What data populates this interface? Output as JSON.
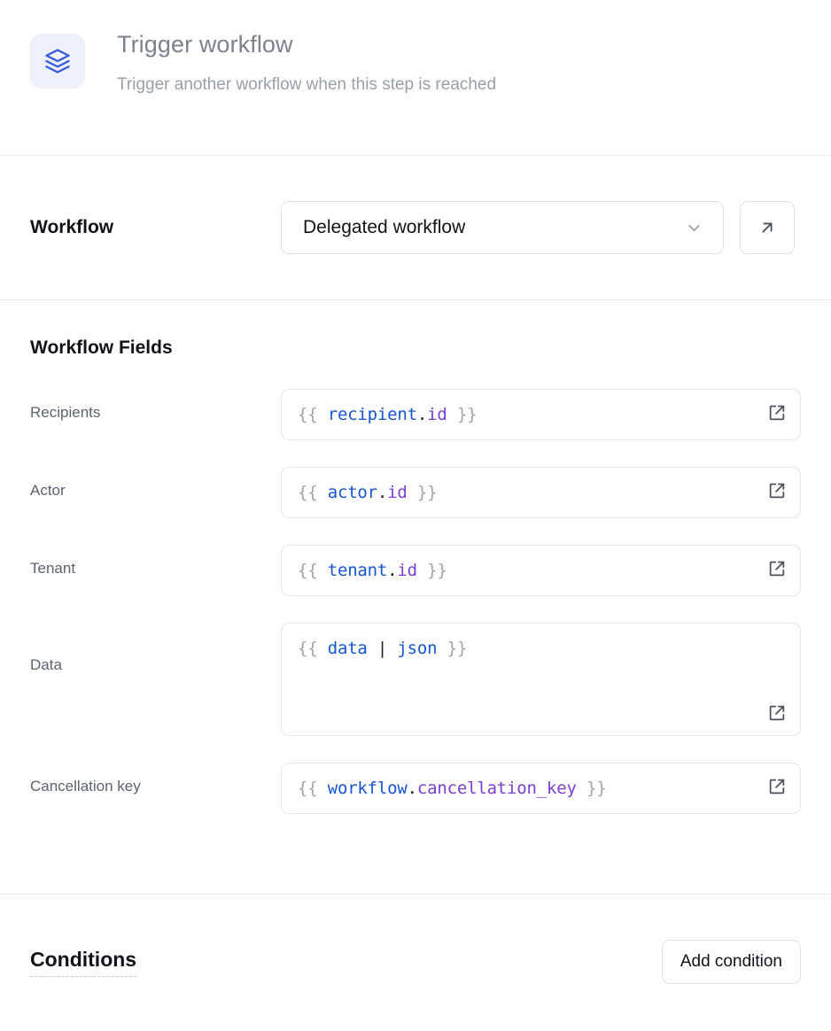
{
  "header": {
    "icon": "layers-icon",
    "icon_color": "#3a5bd9",
    "icon_bg": "#eef1fb",
    "title": "Trigger workflow",
    "subtitle": "Trigger another workflow when this step is reached"
  },
  "workflow_section": {
    "label": "Workflow",
    "select": {
      "value": "Delegated workflow",
      "chevron_icon": "chevron-down-icon"
    },
    "open_button_icon": "arrow-up-right-icon"
  },
  "fields_section": {
    "title": "Workflow Fields",
    "expand_icon": "external-link-icon",
    "fields": [
      {
        "label": "Recipients",
        "multiline": false,
        "tokens": [
          {
            "text": "{{ ",
            "type": "brace"
          },
          {
            "text": "recipient",
            "type": "root"
          },
          {
            "text": ".",
            "type": "dot"
          },
          {
            "text": "id",
            "type": "prop"
          },
          {
            "text": " }}",
            "type": "brace"
          }
        ]
      },
      {
        "label": "Actor",
        "multiline": false,
        "tokens": [
          {
            "text": "{{ ",
            "type": "brace"
          },
          {
            "text": "actor",
            "type": "root"
          },
          {
            "text": ".",
            "type": "dot"
          },
          {
            "text": "id",
            "type": "prop"
          },
          {
            "text": " }}",
            "type": "brace"
          }
        ]
      },
      {
        "label": "Tenant",
        "multiline": false,
        "tokens": [
          {
            "text": "{{ ",
            "type": "brace"
          },
          {
            "text": "tenant",
            "type": "root"
          },
          {
            "text": ".",
            "type": "dot"
          },
          {
            "text": "id",
            "type": "prop"
          },
          {
            "text": " }}",
            "type": "brace"
          }
        ]
      },
      {
        "label": "Data",
        "multiline": true,
        "tokens": [
          {
            "text": "{{ ",
            "type": "brace"
          },
          {
            "text": "data",
            "type": "root"
          },
          {
            "text": " | ",
            "type": "pipe"
          },
          {
            "text": "json",
            "type": "filter"
          },
          {
            "text": " }}",
            "type": "brace"
          }
        ]
      },
      {
        "label": "Cancellation key",
        "multiline": false,
        "tokens": [
          {
            "text": "{{ ",
            "type": "brace"
          },
          {
            "text": "workflow",
            "type": "root"
          },
          {
            "text": ".",
            "type": "dot"
          },
          {
            "text": "cancellation_key",
            "type": "prop"
          },
          {
            "text": " }}",
            "type": "brace"
          }
        ]
      }
    ]
  },
  "conditions_section": {
    "title": "Conditions",
    "add_button_label": "Add condition"
  },
  "colors": {
    "accent_blue": "#1555d6",
    "accent_purple": "#7a3fd4",
    "text_dark": "#101419",
    "text_muted": "#5c6370",
    "border": "#dfe2e7",
    "divider": "#e8eaee"
  }
}
